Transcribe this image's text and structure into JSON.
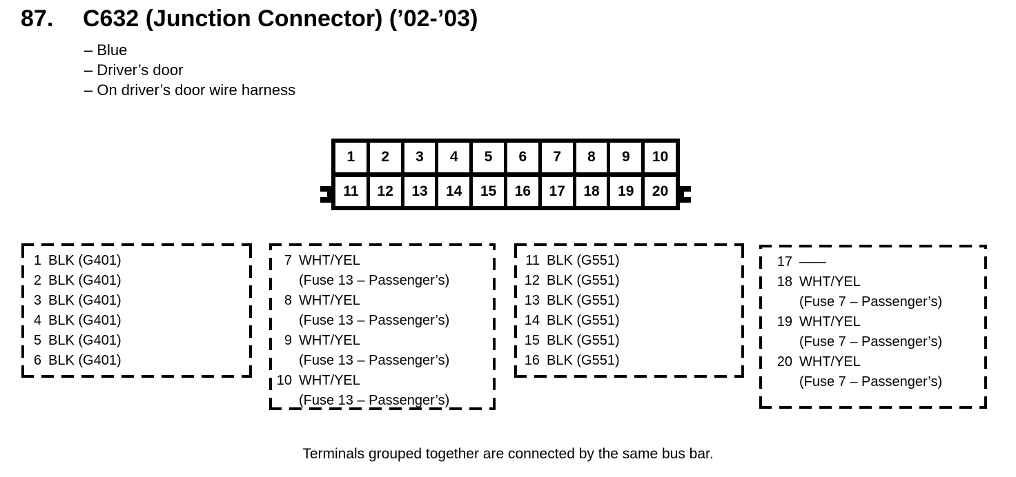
{
  "header": {
    "number": "87.",
    "title": "C632 (Junction Connector) (’02-’03)"
  },
  "notes": [
    "– Blue",
    "– Driver’s door",
    "– On driver’s door wire harness"
  ],
  "connector": {
    "cells": [
      "1",
      "2",
      "3",
      "4",
      "5",
      "6",
      "7",
      "8",
      "9",
      "10",
      "11",
      "12",
      "13",
      "14",
      "15",
      "16",
      "17",
      "18",
      "19",
      "20"
    ]
  },
  "groups": [
    {
      "pins": [
        {
          "num": "1",
          "wire": "BLK (G401)"
        },
        {
          "num": "2",
          "wire": "BLK (G401)"
        },
        {
          "num": "3",
          "wire": "BLK (G401)"
        },
        {
          "num": "4",
          "wire": "BLK (G401)"
        },
        {
          "num": "5",
          "wire": "BLK (G401)"
        },
        {
          "num": "6",
          "wire": "BLK (G401)"
        }
      ]
    },
    {
      "pins": [
        {
          "num": "7",
          "wire": "WHT/YEL",
          "fuse": "(Fuse 13 – Passenger’s)"
        },
        {
          "num": "8",
          "wire": "WHT/YEL",
          "fuse": "(Fuse 13 – Passenger’s)"
        },
        {
          "num": "9",
          "wire": "WHT/YEL",
          "fuse": "(Fuse 13 – Passenger’s)"
        },
        {
          "num": "10",
          "wire": "WHT/YEL",
          "fuse": "(Fuse 13 – Passenger’s)"
        }
      ]
    },
    {
      "pins": [
        {
          "num": "11",
          "wire": "BLK (G551)"
        },
        {
          "num": "12",
          "wire": "BLK (G551)"
        },
        {
          "num": "13",
          "wire": "BLK (G551)"
        },
        {
          "num": "14",
          "wire": "BLK (G551)"
        },
        {
          "num": "15",
          "wire": "BLK (G551)"
        },
        {
          "num": "16",
          "wire": "BLK (G551)"
        }
      ]
    },
    {
      "pins": [
        {
          "num": "17",
          "wire": "——"
        },
        {
          "num": "18",
          "wire": "WHT/YEL",
          "fuse": "(Fuse 7 – Passenger’s)"
        },
        {
          "num": "19",
          "wire": "WHT/YEL",
          "fuse": "(Fuse 7 – Passenger’s)"
        },
        {
          "num": "20",
          "wire": "WHT/YEL",
          "fuse": "(Fuse 7 – Passenger’s)"
        }
      ]
    }
  ],
  "footnote": "Terminals grouped together are connected by the same bus bar.",
  "colors": {
    "ink": "#000000",
    "paper": "#ffffff"
  }
}
